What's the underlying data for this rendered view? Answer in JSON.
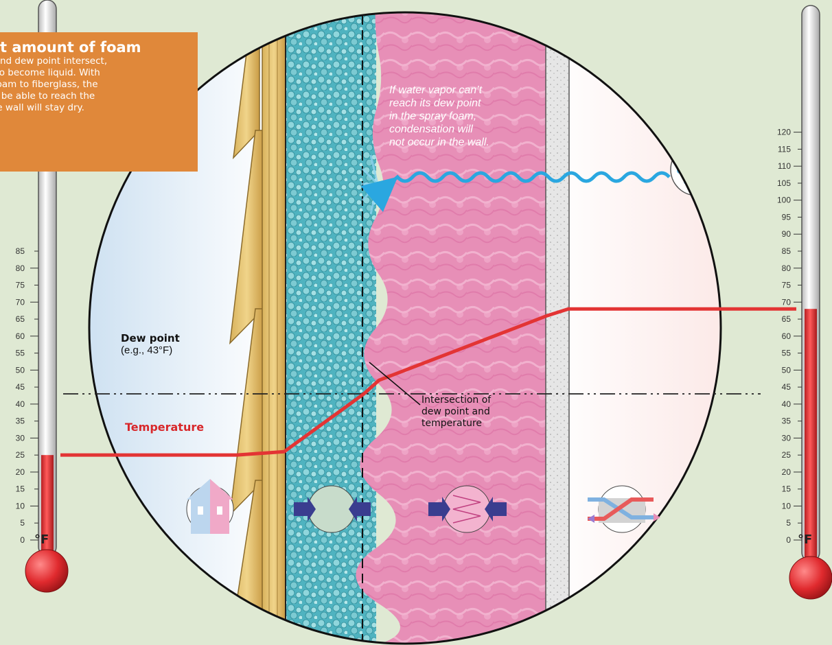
{
  "callout": {
    "title": "ght amount of foam",
    "body": "ture and dew point intersect,\nants to become liquid. With\no of foam to fiberglass, the\nwon’t be able to reach the\nnd the wall will stay dry."
  },
  "note": "If water vapor can’t\nreach its dew point\nin the spray foam,\ncondensation will\nnot occur in the wall.",
  "dew_point": {
    "title": "Dew point",
    "example": "(e.g., 43°F)",
    "value": 43
  },
  "temperature_label": "Temperature",
  "intersection_label": "Intersection of\ndew point and\ntemperature",
  "left_thermometer": {
    "ticks": [
      0,
      5,
      10,
      15,
      20,
      25,
      30,
      35,
      40,
      45,
      50,
      55,
      60,
      65,
      70,
      75,
      80,
      85
    ],
    "reading": 25,
    "unit": "°F"
  },
  "right_thermometer": {
    "ticks": [
      0,
      5,
      10,
      15,
      20,
      25,
      30,
      35,
      40,
      45,
      50,
      55,
      60,
      65,
      70,
      75,
      80,
      85,
      90,
      95,
      100,
      105,
      110,
      115,
      120
    ],
    "reading": 68,
    "unit": "°F"
  },
  "temperature_profile": [
    {
      "layer": "outside",
      "value": 25
    },
    {
      "layer": "siding",
      "value": 25
    },
    {
      "layer": "sheathing",
      "value": 26
    },
    {
      "layer": "spray-foam-exterior",
      "value": 43
    },
    {
      "layer": "spray-foam-interior",
      "value": 47
    },
    {
      "layer": "fiberglass",
      "value": 66
    },
    {
      "layer": "drywall",
      "value": 68
    },
    {
      "layer": "interior",
      "value": 68
    }
  ],
  "icons": [
    "house-icon",
    "foam-compression-icon",
    "fiberglass-compression-icon",
    "air-exchange-icon",
    "water-droplets-icon"
  ],
  "colors": {
    "temperature_line": "#e33434",
    "callout": "#e0883a",
    "foam": "#52b8c4",
    "fiberglass": "#e890b8",
    "vapor": "#2aa7e0"
  }
}
